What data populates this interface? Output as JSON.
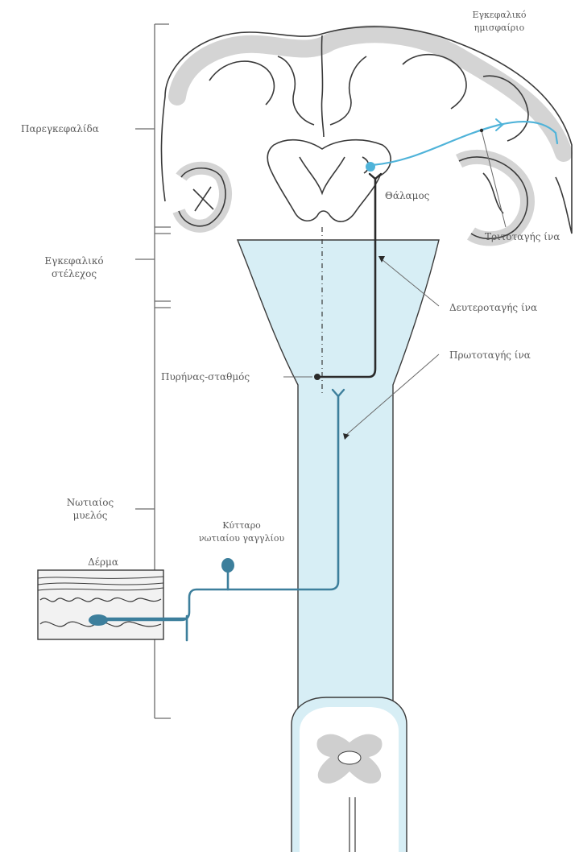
{
  "labels": {
    "cerebral_hemisphere_line1": "Εγκεφαλικό",
    "cerebral_hemisphere_line2": "ημισφαίριο",
    "forebrain": "Παρεγκεφαλίδα",
    "brainstem_line1": "Εγκεφαλικό",
    "brainstem_line2": "στέλεχος",
    "spinal_cord_line1": "Νωτιαίος",
    "spinal_cord_line2": "μυελός",
    "thalamus": "Θάλαμος",
    "third_order_fiber": "Τριτοταγής ίνα",
    "second_order_fiber": "Δευτεροταγής ίνα",
    "first_order_fiber": "Πρωτοταγής ίνα",
    "relay_station": "Πυρήνας-σταθμός",
    "ganglion_cell_line1": "Κύτταρο",
    "ganglion_cell_line2": "νωτιαίου γαγγλίου",
    "skin": "Δέρμα"
  },
  "colors": {
    "outline": "#3a3a3a",
    "gray_matter": "#d4d4d4",
    "cord_fill": "#d7eef5",
    "first_order_fiber": "#3d7f9c",
    "second_order_fiber": "#2a2a2a",
    "third_order_fiber": "#4fb3d9",
    "text": "#5a5a5a"
  }
}
